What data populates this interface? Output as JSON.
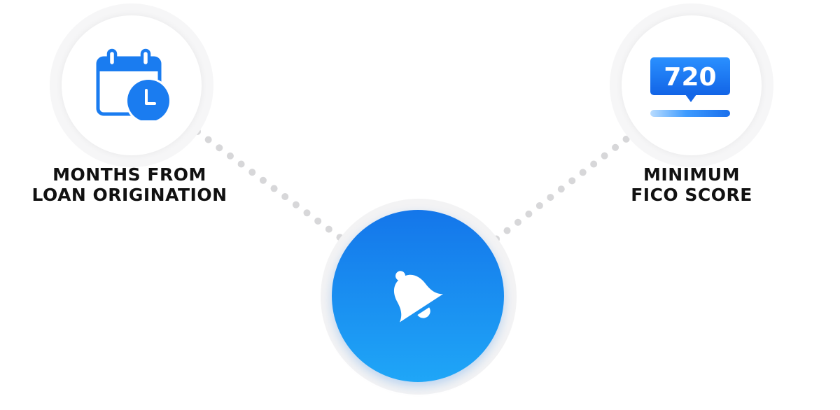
{
  "nodes": {
    "left": {
      "icon": "calendar-clock-icon",
      "label_line1": "MONTHS FROM",
      "label_line2": "LOAN ORIGINATION"
    },
    "right": {
      "icon": "fico-score-icon",
      "score": "720",
      "label_line1": "MINIMUM",
      "label_line2": "FICO SCORE"
    },
    "center": {
      "icon": "bell-icon"
    }
  },
  "colors": {
    "accent_dark": "#1476ea",
    "accent_light": "#1fa6f7",
    "dots": "#d7d7d9",
    "text": "#111111"
  }
}
